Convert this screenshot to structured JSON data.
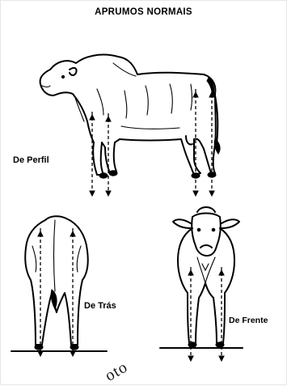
{
  "title": "APRUMOS NORMAIS",
  "views": {
    "profile": "De Perfil",
    "rear": "De Trás",
    "front": "De Frente"
  },
  "watermark": "oto"
}
